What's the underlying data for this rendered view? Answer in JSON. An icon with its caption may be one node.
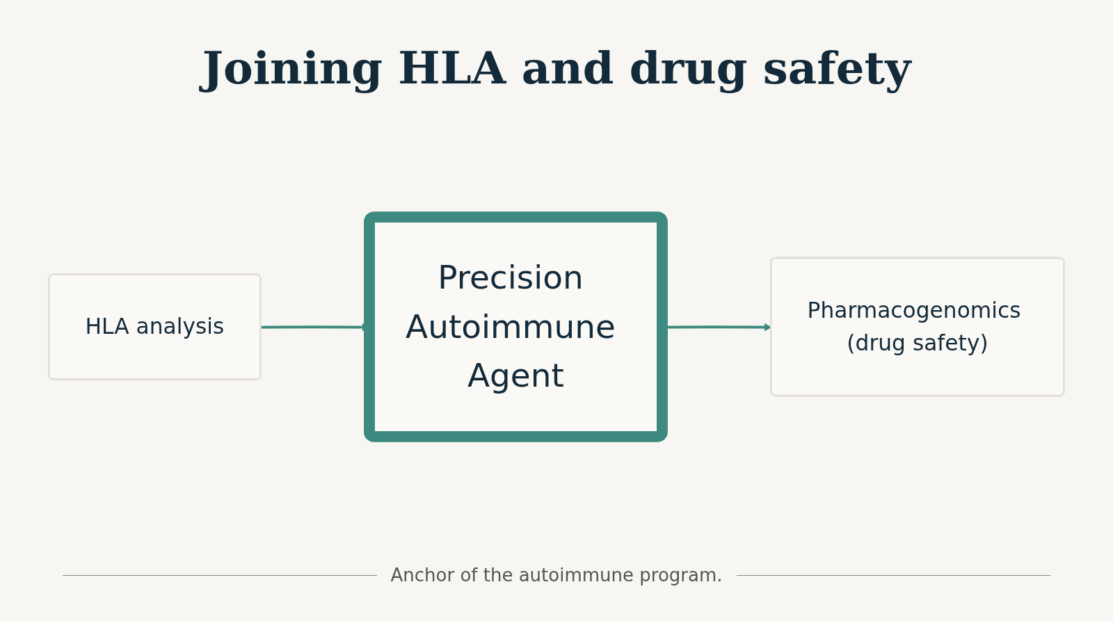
{
  "diagram": {
    "title": "Joining HLA and drug safety",
    "nodes": [
      {
        "text": [
          "HLA analysis"
        ]
      },
      {
        "text": [
          "Precision Autoimmune Agent"
        ]
      },
      {
        "text": [
          "Pharmacogenomics (drug safety)"
        ]
      }
    ],
    "edges": [
      {
        "from": 0,
        "to": 1,
        "arrow": "to"
      },
      {
        "from": 1,
        "to": 2,
        "arrow": "to"
      }
    ],
    "caption": "Anchor of the autoimmune program."
  }
}
